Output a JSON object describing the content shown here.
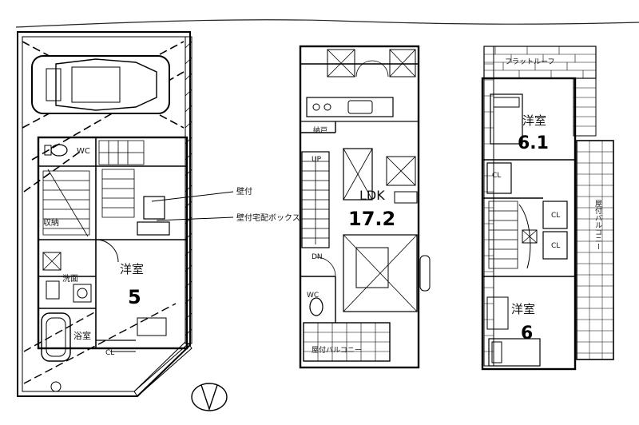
{
  "floor1": {
    "wc": "WC",
    "storage": "収納",
    "wash": "洗面",
    "bath": "浴室",
    "closet": "CL",
    "room_name": "洋室",
    "room_size": "5"
  },
  "floor2": {
    "ldk_label": "LDK",
    "ldk_size": "17.2",
    "up": "UP",
    "dn": "DN",
    "storage": "納戸",
    "wc": "WC",
    "balcony": "屋付バルコニー"
  },
  "floor3": {
    "flat_roof": "フラットルーフ",
    "room1_name": "洋室",
    "room1_size": "6.1",
    "room2_name": "洋室",
    "room2_size": "6",
    "closet_a": "CL",
    "closet_b": "CL",
    "closet_c": "CL",
    "balcony": "屋付バルコニー"
  },
  "callouts": {
    "wall_post": "壁付",
    "wall_delivery_box": "壁付宅配ボックス"
  }
}
